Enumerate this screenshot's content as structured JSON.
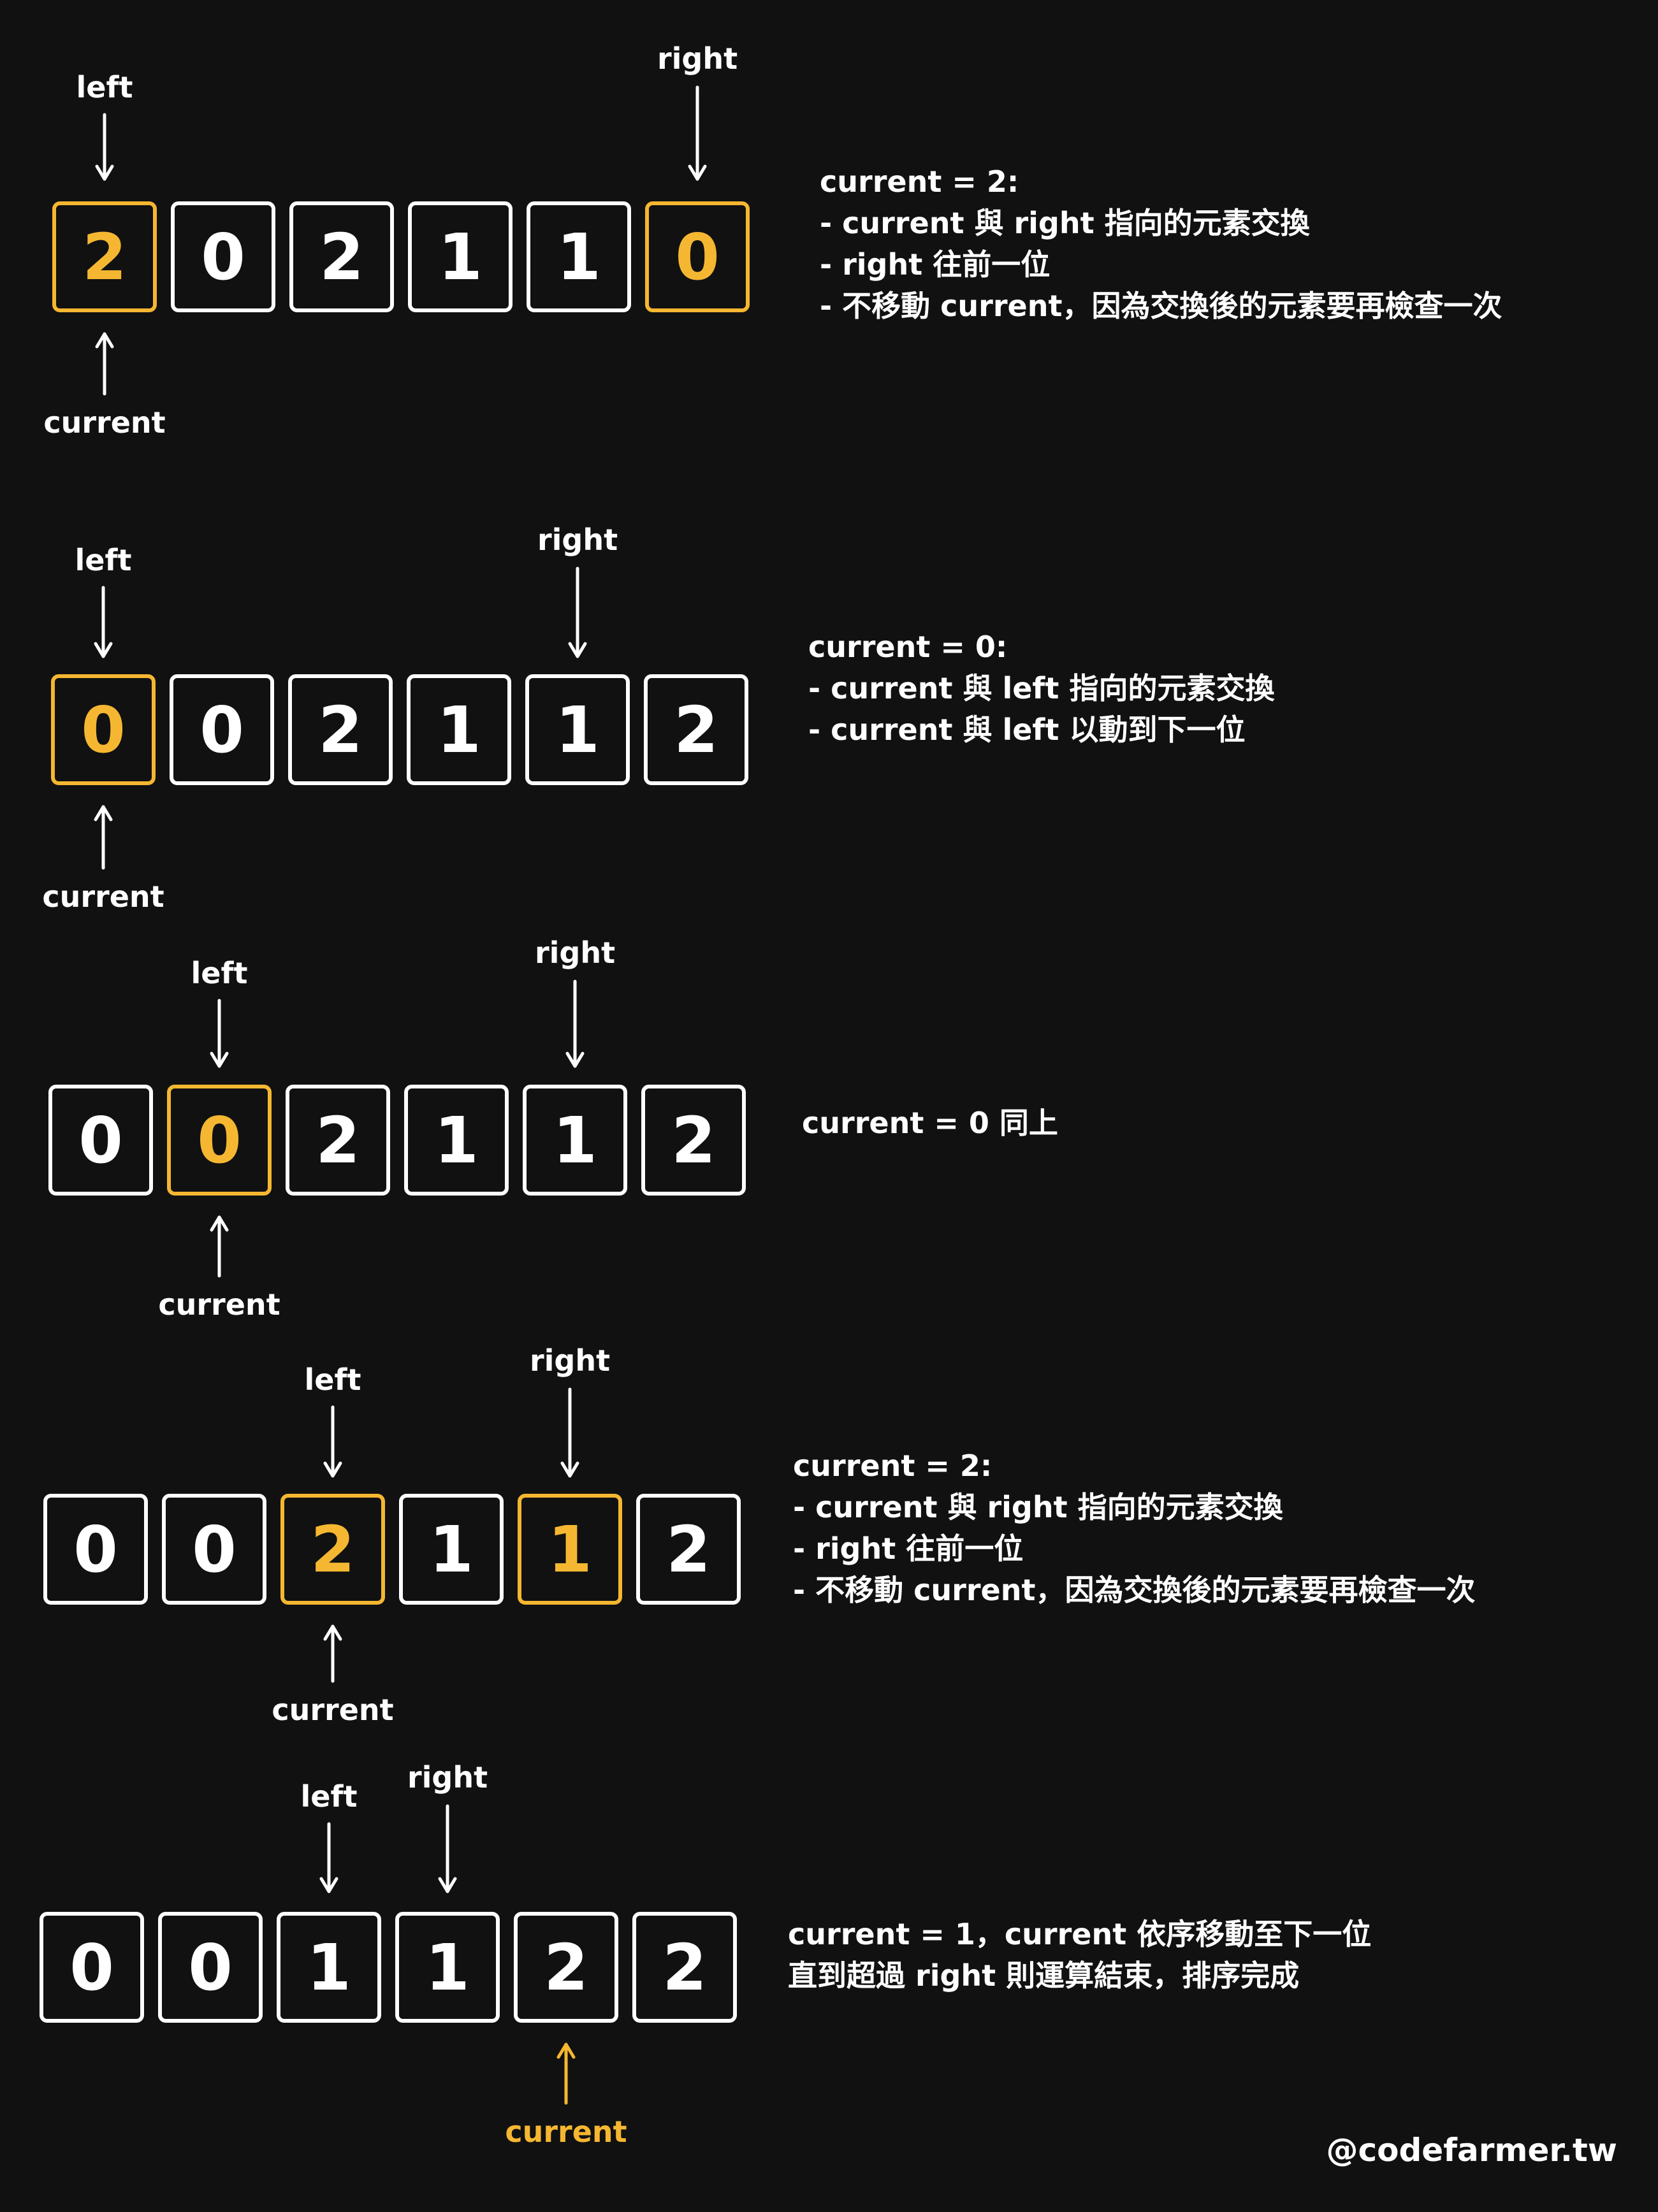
{
  "labels": {
    "left": "left",
    "right": "right",
    "current": "current"
  },
  "colors": {
    "background": "#111111",
    "box": "#ffffff",
    "highlight": "#f5b731"
  },
  "steps": [
    {
      "values": [
        "2",
        "0",
        "2",
        "1",
        "1",
        "0"
      ],
      "highlight_cells": [
        0,
        5
      ],
      "left_index": 0,
      "right_index": 5,
      "current_index": 0,
      "current_highlight": false,
      "description": [
        "current = 2:",
        "- current 與 right 指向的元素交換",
        "- right 往前一位",
        "- 不移動 current，因為交換後的元素要再檢查一次"
      ]
    },
    {
      "values": [
        "0",
        "0",
        "2",
        "1",
        "1",
        "2"
      ],
      "highlight_cells": [
        0
      ],
      "left_index": 0,
      "right_index": 4,
      "current_index": 0,
      "current_highlight": false,
      "description": [
        "current = 0:",
        "- current 與 left 指向的元素交換",
        "- current 與 left 以動到下一位"
      ]
    },
    {
      "values": [
        "0",
        "0",
        "2",
        "1",
        "1",
        "2"
      ],
      "highlight_cells": [
        1
      ],
      "left_index": 1,
      "right_index": 4,
      "current_index": 1,
      "current_highlight": false,
      "description": [
        "current = 0 同上"
      ]
    },
    {
      "values": [
        "0",
        "0",
        "2",
        "1",
        "1",
        "2"
      ],
      "highlight_cells": [
        2,
        4
      ],
      "left_index": 2,
      "right_index": 4,
      "current_index": 2,
      "current_highlight": false,
      "description": [
        "current = 2:",
        "- current 與 right 指向的元素交換",
        "- right 往前一位",
        "- 不移動 current，因為交換後的元素要再檢查一次"
      ]
    },
    {
      "values": [
        "0",
        "0",
        "1",
        "1",
        "2",
        "2"
      ],
      "highlight_cells": [],
      "left_index": 2,
      "right_index": 3,
      "current_index": 4,
      "current_highlight": true,
      "description": [
        "current = 1，current 依序移動至下一位",
        "直到超過 right 則運算結束，排序完成"
      ]
    }
  ],
  "watermark": "@codefarmer.tw"
}
